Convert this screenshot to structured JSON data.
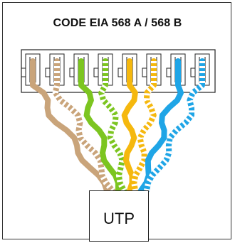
{
  "title": "CODE EIA 568 A / 568 B",
  "utp_label": "UTP",
  "colors": {
    "brown": "#c9a47a",
    "green": "#7cc520",
    "orange": "#f5b80e",
    "blue": "#1fa5e6",
    "white": "#ffffff",
    "outline": "#222222"
  },
  "wire_pairs": [
    {
      "name": "brown",
      "color": "brown",
      "pins": [
        1,
        2
      ]
    },
    {
      "name": "green",
      "color": "green",
      "pins": [
        3,
        4
      ]
    },
    {
      "name": "orange",
      "color": "orange",
      "pins": [
        5,
        6
      ]
    },
    {
      "name": "blue",
      "color": "blue",
      "pins": [
        7,
        8
      ]
    }
  ]
}
